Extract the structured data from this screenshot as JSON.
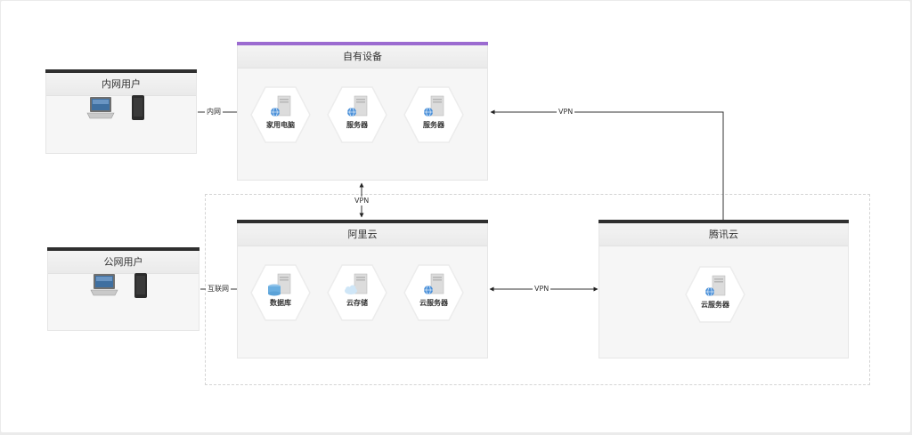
{
  "groups": {
    "intranet_users": {
      "title": "内网用户"
    },
    "own_devices": {
      "title": "自有设备"
    },
    "public_users": {
      "title": "公网用户"
    },
    "aliyun": {
      "title": "阿里云"
    },
    "tencent": {
      "title": "腾讯云"
    }
  },
  "nodes": {
    "home_pc": "家用电脑",
    "server1": "服务器",
    "server2": "服务器",
    "database": "数据库",
    "cloud_storage": "云存储",
    "cloud_server_ali": "云服务器",
    "cloud_server_tencent": "云服务器"
  },
  "connections": {
    "intranet": "内网",
    "internet": "互联网",
    "vpn_own_ali": "VPN",
    "vpn_ali_tencent": "VPN",
    "vpn_tencent_own": "VPN"
  },
  "colors": {
    "accent_purple": "#9b6bd0",
    "header_bar": "#2f2f2f",
    "globe_blue": "#4a90d9"
  },
  "icons": [
    "laptop-icon",
    "phone-icon",
    "server-icon",
    "globe-icon",
    "database-icon",
    "cloud-storage-icon"
  ]
}
